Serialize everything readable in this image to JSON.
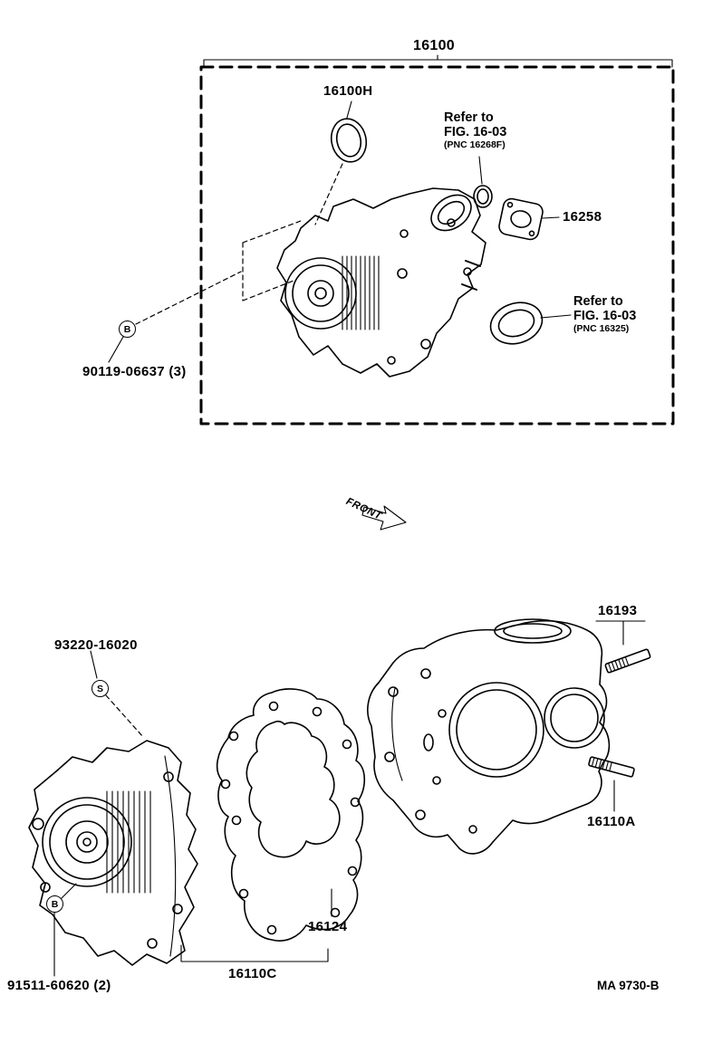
{
  "colors": {
    "ink": "#000000",
    "paper": "#ffffff"
  },
  "top_assembly": {
    "assembly_part_no": "16100",
    "oring_part_no": "16100H",
    "refer_note_upper": {
      "line1": "Refer to",
      "line2": "FIG. 16-03",
      "pnc": "(PNC 16268F)"
    },
    "plate_part_no": "16258",
    "refer_note_seal": {
      "line1": "Refer to",
      "line2": "FIG. 16-03",
      "pnc": "(PNC 16325)"
    },
    "bolt_part_no": "90119-06637 (3)",
    "bolt_symbol": "B"
  },
  "front_marker": {
    "label": "FRONT"
  },
  "lower_assembly": {
    "plug_part_no": "93220-16020",
    "plug_symbol": "S",
    "stud_upper_part_no": "16193",
    "stud_lower_part_no": "16110A",
    "gasket_part_no": "16124",
    "pump_assembly_part_no": "16110C",
    "bolt_part_no": "91511-60620 (2)",
    "bolt_symbol": "B"
  },
  "footer": {
    "drawing_code": "MA 9730-B"
  }
}
